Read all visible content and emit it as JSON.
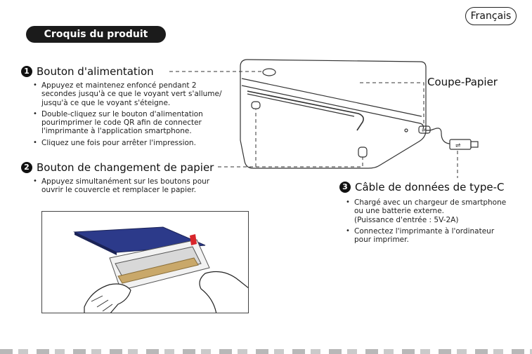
{
  "language_badge": "Français",
  "title": "Croquis du produit",
  "section1": {
    "number": "1",
    "title": "Bouton d'alimentation",
    "bullets": [
      [
        "Appuyez et maintenez enfoncé pendant 2",
        "secondes jusqu'à ce que le voyant vert s'allume/",
        "jusqu'à ce que le voyant s'éteigne."
      ],
      [
        "Double-cliquez sur le bouton d'alimentation",
        "pourimprimer le code QR afin de connecter",
        "l'imprimante à l'application smartphone."
      ],
      [
        "Cliquez une fois pour arrêter l'impression."
      ]
    ]
  },
  "section2": {
    "number": "2",
    "title": "Bouton de changement de papier",
    "bullets": [
      [
        "Appuyez simultanément sur les boutons pour",
        "ouvrir le couvercle et remplacer le papier."
      ]
    ]
  },
  "section3": {
    "number": "3",
    "title": "Câble de données de type-C",
    "bullets": [
      [
        "Chargé avec un chargeur de smartphone",
        "ou une batterie externe.",
        "(Puissance d'entrée : 5V-2A)"
      ],
      [
        "Connectez l'imprimante à l'ordinateur",
        "pour imprimer."
      ]
    ]
  },
  "cutter_label": "Coupe-Papier"
}
